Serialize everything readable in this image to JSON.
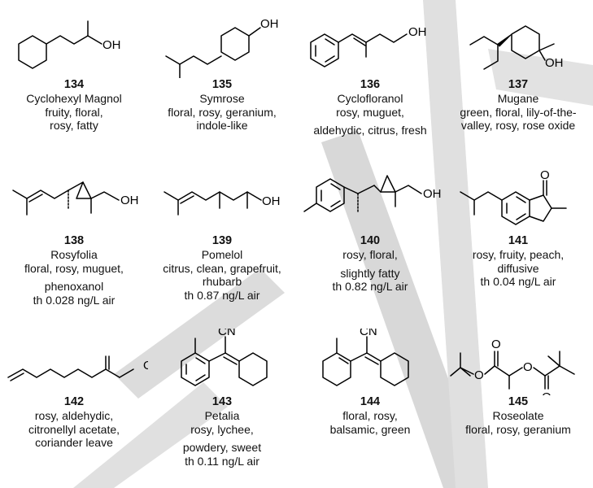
{
  "compounds": [
    {
      "number": "134",
      "name": "Cyclohexyl Magnol",
      "lines": [
        "fruity, floral,",
        "rosy, fatty"
      ],
      "labels": [
        "OH"
      ]
    },
    {
      "number": "135",
      "name": "Symrose",
      "lines": [
        "floral, rosy, geranium,",
        "indole-like"
      ],
      "labels": [
        "OH"
      ]
    },
    {
      "number": "136",
      "name": "Cyclofloranol",
      "lines": [
        "rosy, muguet,",
        "aldehydic, citrus, fresh"
      ],
      "labels": [
        "OH"
      ]
    },
    {
      "number": "137",
      "name": "Mugane",
      "lines": [
        "green, floral, lily-of-the-",
        "valley, rosy, rose oxide"
      ],
      "labels": [
        "OH"
      ]
    },
    {
      "number": "138",
      "name": "Rosyfolia",
      "lines": [
        "floral, rosy, muguet,",
        "phenoxanol",
        "th 0.028 ng/L air"
      ],
      "labels": [
        "OH"
      ]
    },
    {
      "number": "139",
      "name": "Pomelol",
      "lines": [
        "citrus, clean, grapefruit,",
        "rhubarb",
        "th 0.87 ng/L air"
      ],
      "labels": [
        "OH"
      ]
    },
    {
      "number": "140",
      "name": "",
      "lines": [
        "rosy, floral,",
        "slightly fatty",
        "th 0.82 ng/L air"
      ],
      "labels": [
        "OH"
      ]
    },
    {
      "number": "141",
      "name": "",
      "lines": [
        "rosy, fruity, peach,",
        "diffusive",
        "th 0.04 ng/L air"
      ],
      "labels": [
        "O"
      ]
    },
    {
      "number": "142",
      "name": "",
      "lines": [
        "rosy, aldehydic,",
        "citronellyl acetate,",
        "coriander leave"
      ],
      "labels": [
        "O"
      ]
    },
    {
      "number": "143",
      "name": "Petalia",
      "lines": [
        "rosy, lychee,",
        "powdery, sweet",
        "th 0.11 ng/L air"
      ],
      "labels": [
        "CN"
      ]
    },
    {
      "number": "144",
      "name": "",
      "lines": [
        "floral, rosy,",
        "balsamic, green"
      ],
      "labels": [
        "CN"
      ]
    },
    {
      "number": "145",
      "name": "Roseolate",
      "lines": [
        "floral, rosy, geranium"
      ],
      "labels": [
        "O",
        "O",
        "O",
        "O"
      ]
    }
  ],
  "colors": {
    "watermark": "#d5d5d5"
  }
}
